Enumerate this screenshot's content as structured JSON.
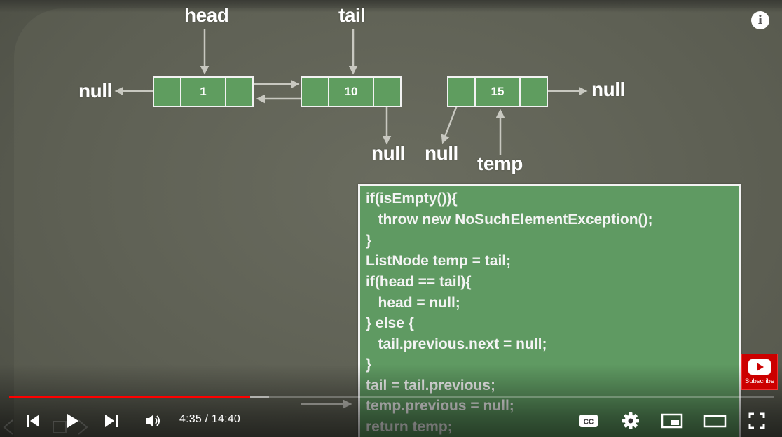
{
  "slide": {
    "labels": {
      "head": "head",
      "tail": "tail",
      "temp": "temp",
      "null_left": "null",
      "null_right": "null",
      "null_below_tail": "null",
      "null_below_temp": "null"
    },
    "nodes": [
      {
        "value": "1"
      },
      {
        "value": "10"
      },
      {
        "value": "15"
      }
    ],
    "code_lines": [
      "if(isEmpty()){",
      "   throw new NoSuchElementException();",
      "}",
      "ListNode temp = tail;",
      "if(head == tail){",
      "   head = null;",
      "} else {",
      "   tail.previous.next = null;",
      "}",
      "tail = tail.previous;",
      "temp.previous = null;",
      "return temp;"
    ]
  },
  "player": {
    "info_icon": "info-icon",
    "info_glyph": "i",
    "subscribe_label": "Subscribe",
    "time_display": "4:35 / 14:40",
    "progress_played_fraction": 0.315,
    "progress_loaded_fraction": 0.34,
    "controls": [
      {
        "name": "previous-button",
        "icon": "skip-previous-icon"
      },
      {
        "name": "play-button",
        "icon": "play-icon"
      },
      {
        "name": "next-button",
        "icon": "skip-next-icon"
      },
      {
        "name": "volume-button",
        "icon": "volume-icon"
      },
      {
        "name": "captions-button",
        "icon": "cc-icon"
      },
      {
        "name": "settings-button",
        "icon": "gear-icon"
      },
      {
        "name": "miniplayer-button",
        "icon": "miniplayer-icon"
      },
      {
        "name": "theater-button",
        "icon": "theater-icon"
      },
      {
        "name": "fullscreen-button",
        "icon": "fullscreen-icon"
      }
    ],
    "colors": {
      "played": "#ff0000",
      "subscribe": "#cc0000",
      "slide_box": "#5f9a62"
    }
  }
}
